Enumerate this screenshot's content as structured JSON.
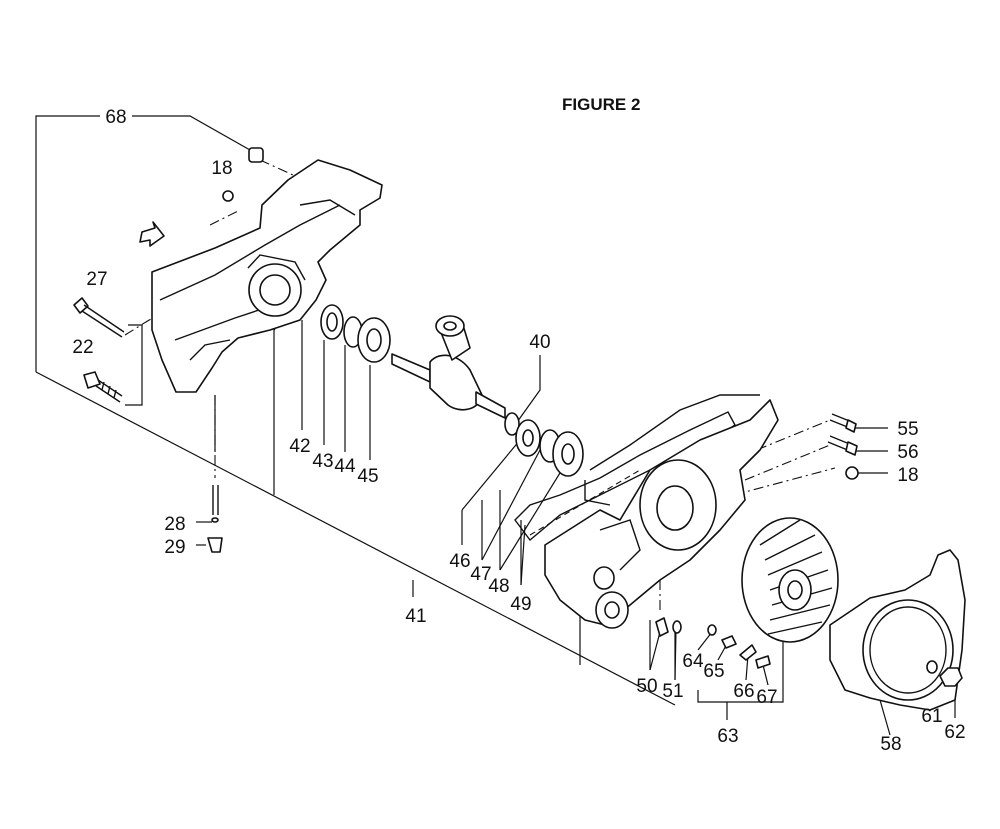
{
  "title": "FIGURE 2",
  "callouts": [
    {
      "id": "c68",
      "text": "68"
    },
    {
      "id": "c18a",
      "text": "18"
    },
    {
      "id": "c27",
      "text": "27"
    },
    {
      "id": "c22",
      "text": "22"
    },
    {
      "id": "c40",
      "text": "40"
    },
    {
      "id": "c42",
      "text": "42"
    },
    {
      "id": "c43",
      "text": "43"
    },
    {
      "id": "c44",
      "text": "44"
    },
    {
      "id": "c45",
      "text": "45"
    },
    {
      "id": "c28",
      "text": "28"
    },
    {
      "id": "c29",
      "text": "29"
    },
    {
      "id": "c41",
      "text": "41"
    },
    {
      "id": "c46",
      "text": "46"
    },
    {
      "id": "c47",
      "text": "47"
    },
    {
      "id": "c48",
      "text": "48"
    },
    {
      "id": "c49",
      "text": "49"
    },
    {
      "id": "c55",
      "text": "55"
    },
    {
      "id": "c56",
      "text": "56"
    },
    {
      "id": "c18b",
      "text": "18"
    },
    {
      "id": "c50",
      "text": "50"
    },
    {
      "id": "c51",
      "text": "51"
    },
    {
      "id": "c64",
      "text": "64"
    },
    {
      "id": "c65",
      "text": "65"
    },
    {
      "id": "c66",
      "text": "66"
    },
    {
      "id": "c67",
      "text": "67"
    },
    {
      "id": "c63",
      "text": "63"
    },
    {
      "id": "c58",
      "text": "58"
    },
    {
      "id": "c61",
      "text": "61"
    },
    {
      "id": "c62",
      "text": "62"
    }
  ]
}
